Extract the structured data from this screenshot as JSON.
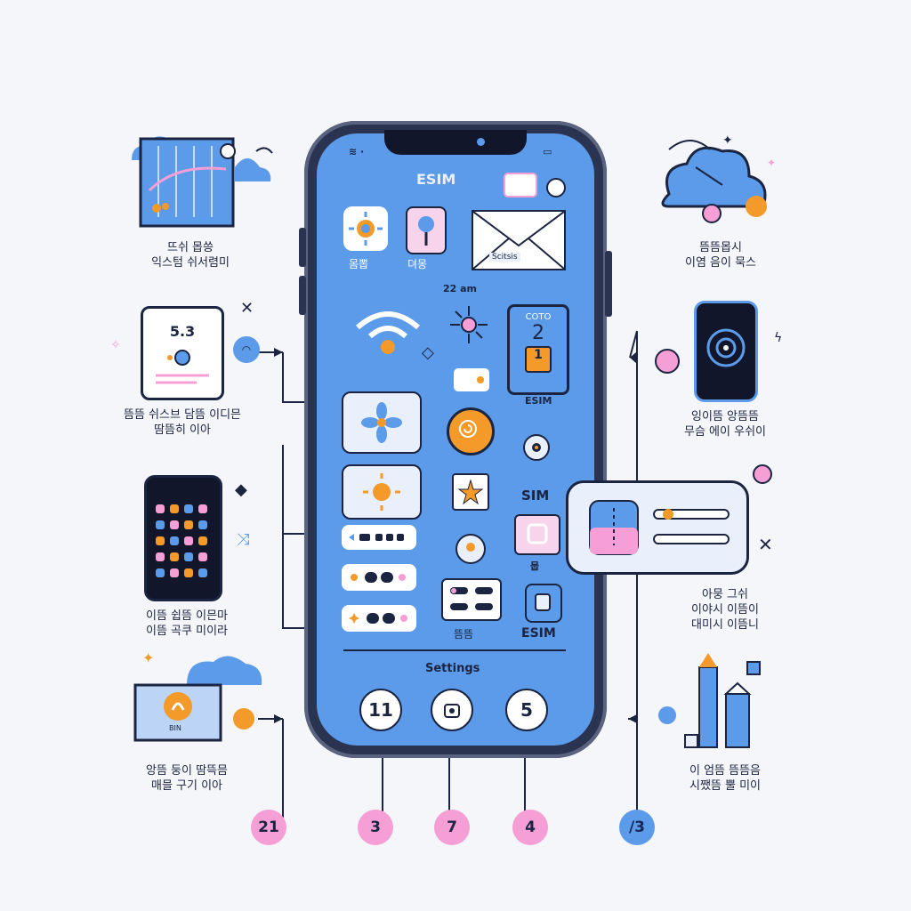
{
  "phone": {
    "screen_title": "ESIM",
    "esim_label": "ESIM",
    "sim_label": "SIM",
    "esim_bottom_label": "ESIM",
    "settings_label": "Settings",
    "time_label": "22 am",
    "card_code": "COTO",
    "card_digit": "2",
    "card_digit2": "1",
    "icon_label_1": "몸뽑",
    "icon_label_2": "뎌몽",
    "mail_label": "Scitsis",
    "bottom_buttons": [
      "11",
      "",
      "5"
    ]
  },
  "left_captions": [
    "뜨쉬 몹씅\n익스텀 쉬서렴미",
    "뜸뜸 쉬스브 담뜸 이디믄\n땀뜸히 이아",
    "이뜸 쉽뜸 이믄마\n이뜸 곡쿠 미이라",
    "앙뜸 둥이 땀뜩믐\n매믈 구기 이아"
  ],
  "right_captions": [
    "뜸뜸몹시\n이염 음이 묵스",
    "잉이뜸 앙뜸뜸\n무슴 에이 우쉬이",
    "아뭉 그쉬\n이야시 이뜸이\n대미시 이뜸니",
    "이 엄뜸 뜸뜸음\n시쨌뜸 뿔 미이"
  ],
  "left_tablet_value": "5.3",
  "monitor_label": "BIN",
  "bottom_badges": [
    "21",
    "3",
    "7",
    "4",
    "/3"
  ],
  "colors": {
    "phone_screen": "#5b9bea",
    "frame": "#2a3350",
    "pink": "#f59fd6",
    "orange": "#f39a2a",
    "background": "#f4f6fa"
  }
}
